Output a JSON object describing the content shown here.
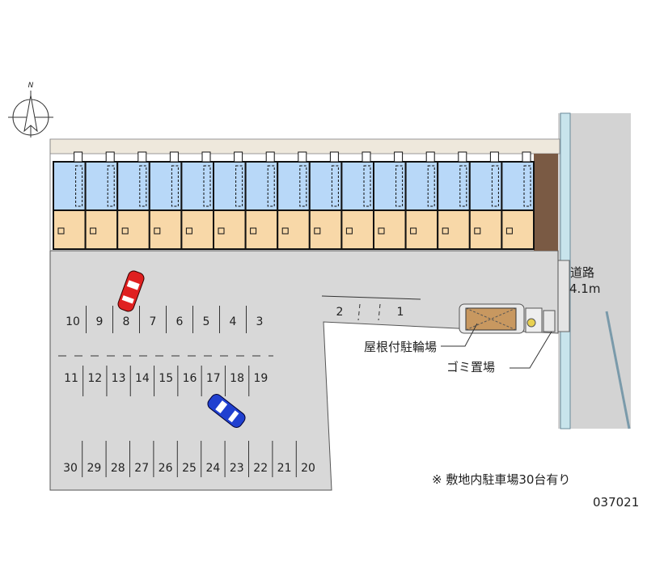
{
  "compass": {
    "north_label": "N"
  },
  "road": {
    "name": "道路",
    "width": "4.1m"
  },
  "parking": {
    "row_top": [
      "10",
      "9",
      "8",
      "7",
      "6",
      "5",
      "4",
      "3"
    ],
    "row_middle": [
      "11",
      "12",
      "13",
      "14",
      "15",
      "16",
      "17",
      "18",
      "19"
    ],
    "row_bottom": [
      "30",
      "29",
      "28",
      "27",
      "26",
      "25",
      "24",
      "23",
      "22",
      "21",
      "20"
    ],
    "row_right": [
      "2",
      "1"
    ]
  },
  "labels": {
    "bicycle_parking": "屋根付駐輪場",
    "garbage_area": "ゴミ置場"
  },
  "note": "※ 敷地内駐車場30台有り",
  "property_code": "037021",
  "building": {
    "unit_count": 15
  },
  "colors": {
    "lot": "#d8d8d8",
    "unit_wet": "#b8d8f8",
    "unit_room": "#f8d8a8",
    "road": "#d0d0d0",
    "car_red": "#e02020",
    "car_blue": "#2040d0"
  }
}
